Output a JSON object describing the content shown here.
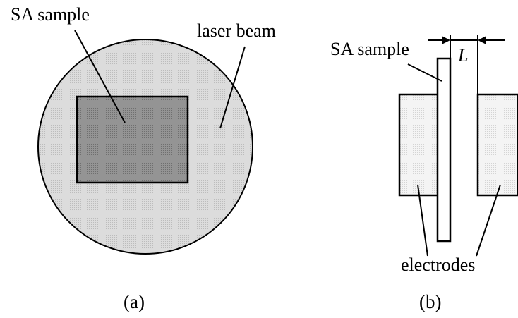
{
  "panel_a": {
    "caption": "(a)",
    "labels": {
      "sample": "SA sample",
      "beam": "laser beam"
    }
  },
  "panel_b": {
    "caption": "(b)",
    "labels": {
      "sample": "SA sample",
      "gap": "L",
      "electrodes": "electrodes"
    }
  },
  "colors": {
    "beam_fill": "#d6d6d6",
    "sample_fill": "#8e8e8e",
    "electrode_fill": "#f1f1f1",
    "stroke": "#000000"
  }
}
